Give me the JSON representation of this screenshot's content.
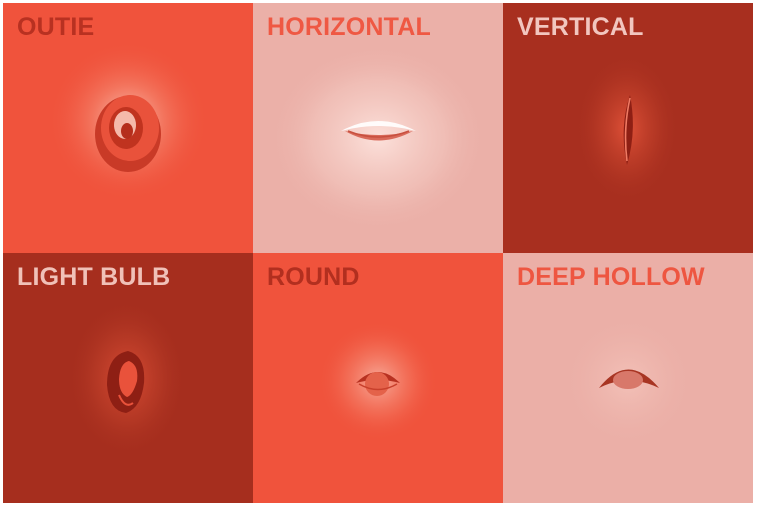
{
  "tiles": [
    {
      "label": "OUTIE",
      "bg": "#F0533C",
      "text_color": "#B83121",
      "icon": "outie-navel-illustration"
    },
    {
      "label": "HORIZONTAL",
      "bg": "#EBB0A8",
      "text_color": "#EF5843",
      "icon": "horizontal-navel-illustration"
    },
    {
      "label": "VERTICAL",
      "bg": "#A82F1F",
      "text_color": "#F2C6BF",
      "icon": "vertical-navel-illustration"
    },
    {
      "label": "LIGHT BULB",
      "bg": "#A62E1E",
      "text_color": "#F0C1B8",
      "icon": "light-bulb-navel-illustration"
    },
    {
      "label": "ROUND",
      "bg": "#F0533C",
      "text_color": "#B22F1F",
      "icon": "round-navel-illustration"
    },
    {
      "label": "DEEP HOLLOW",
      "bg": "#EBAFA7",
      "text_color": "#EE5641",
      "icon": "deep-hollow-navel-illustration"
    }
  ]
}
